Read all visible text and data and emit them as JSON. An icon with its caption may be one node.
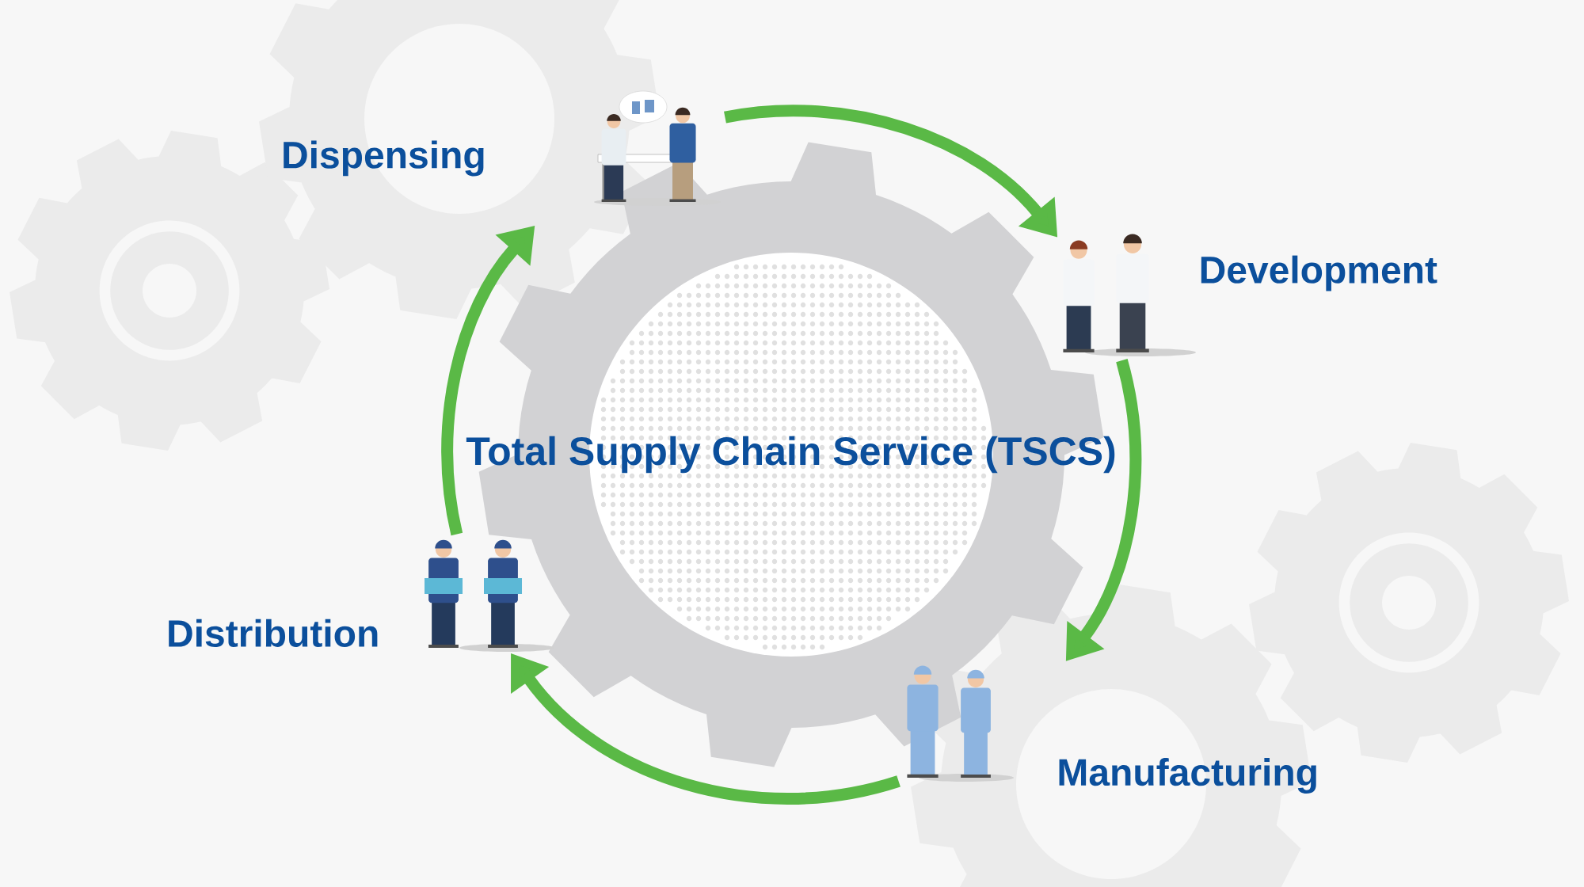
{
  "diagram": {
    "title": "Total Supply Chain Service (TSCS)",
    "nodes": [
      {
        "text": [
          "Dispensing"
        ]
      },
      {
        "text": [
          "Development"
        ]
      },
      {
        "text": [
          "Manufacturing"
        ]
      },
      {
        "text": [
          "Distribution"
        ]
      }
    ],
    "edges": [
      {
        "from": 0,
        "to": 1,
        "arrow": "to"
      },
      {
        "from": 1,
        "to": 2,
        "arrow": "to"
      },
      {
        "from": 2,
        "to": 3,
        "arrow": "to"
      },
      {
        "from": 3,
        "to": 0,
        "arrow": "to"
      }
    ]
  }
}
